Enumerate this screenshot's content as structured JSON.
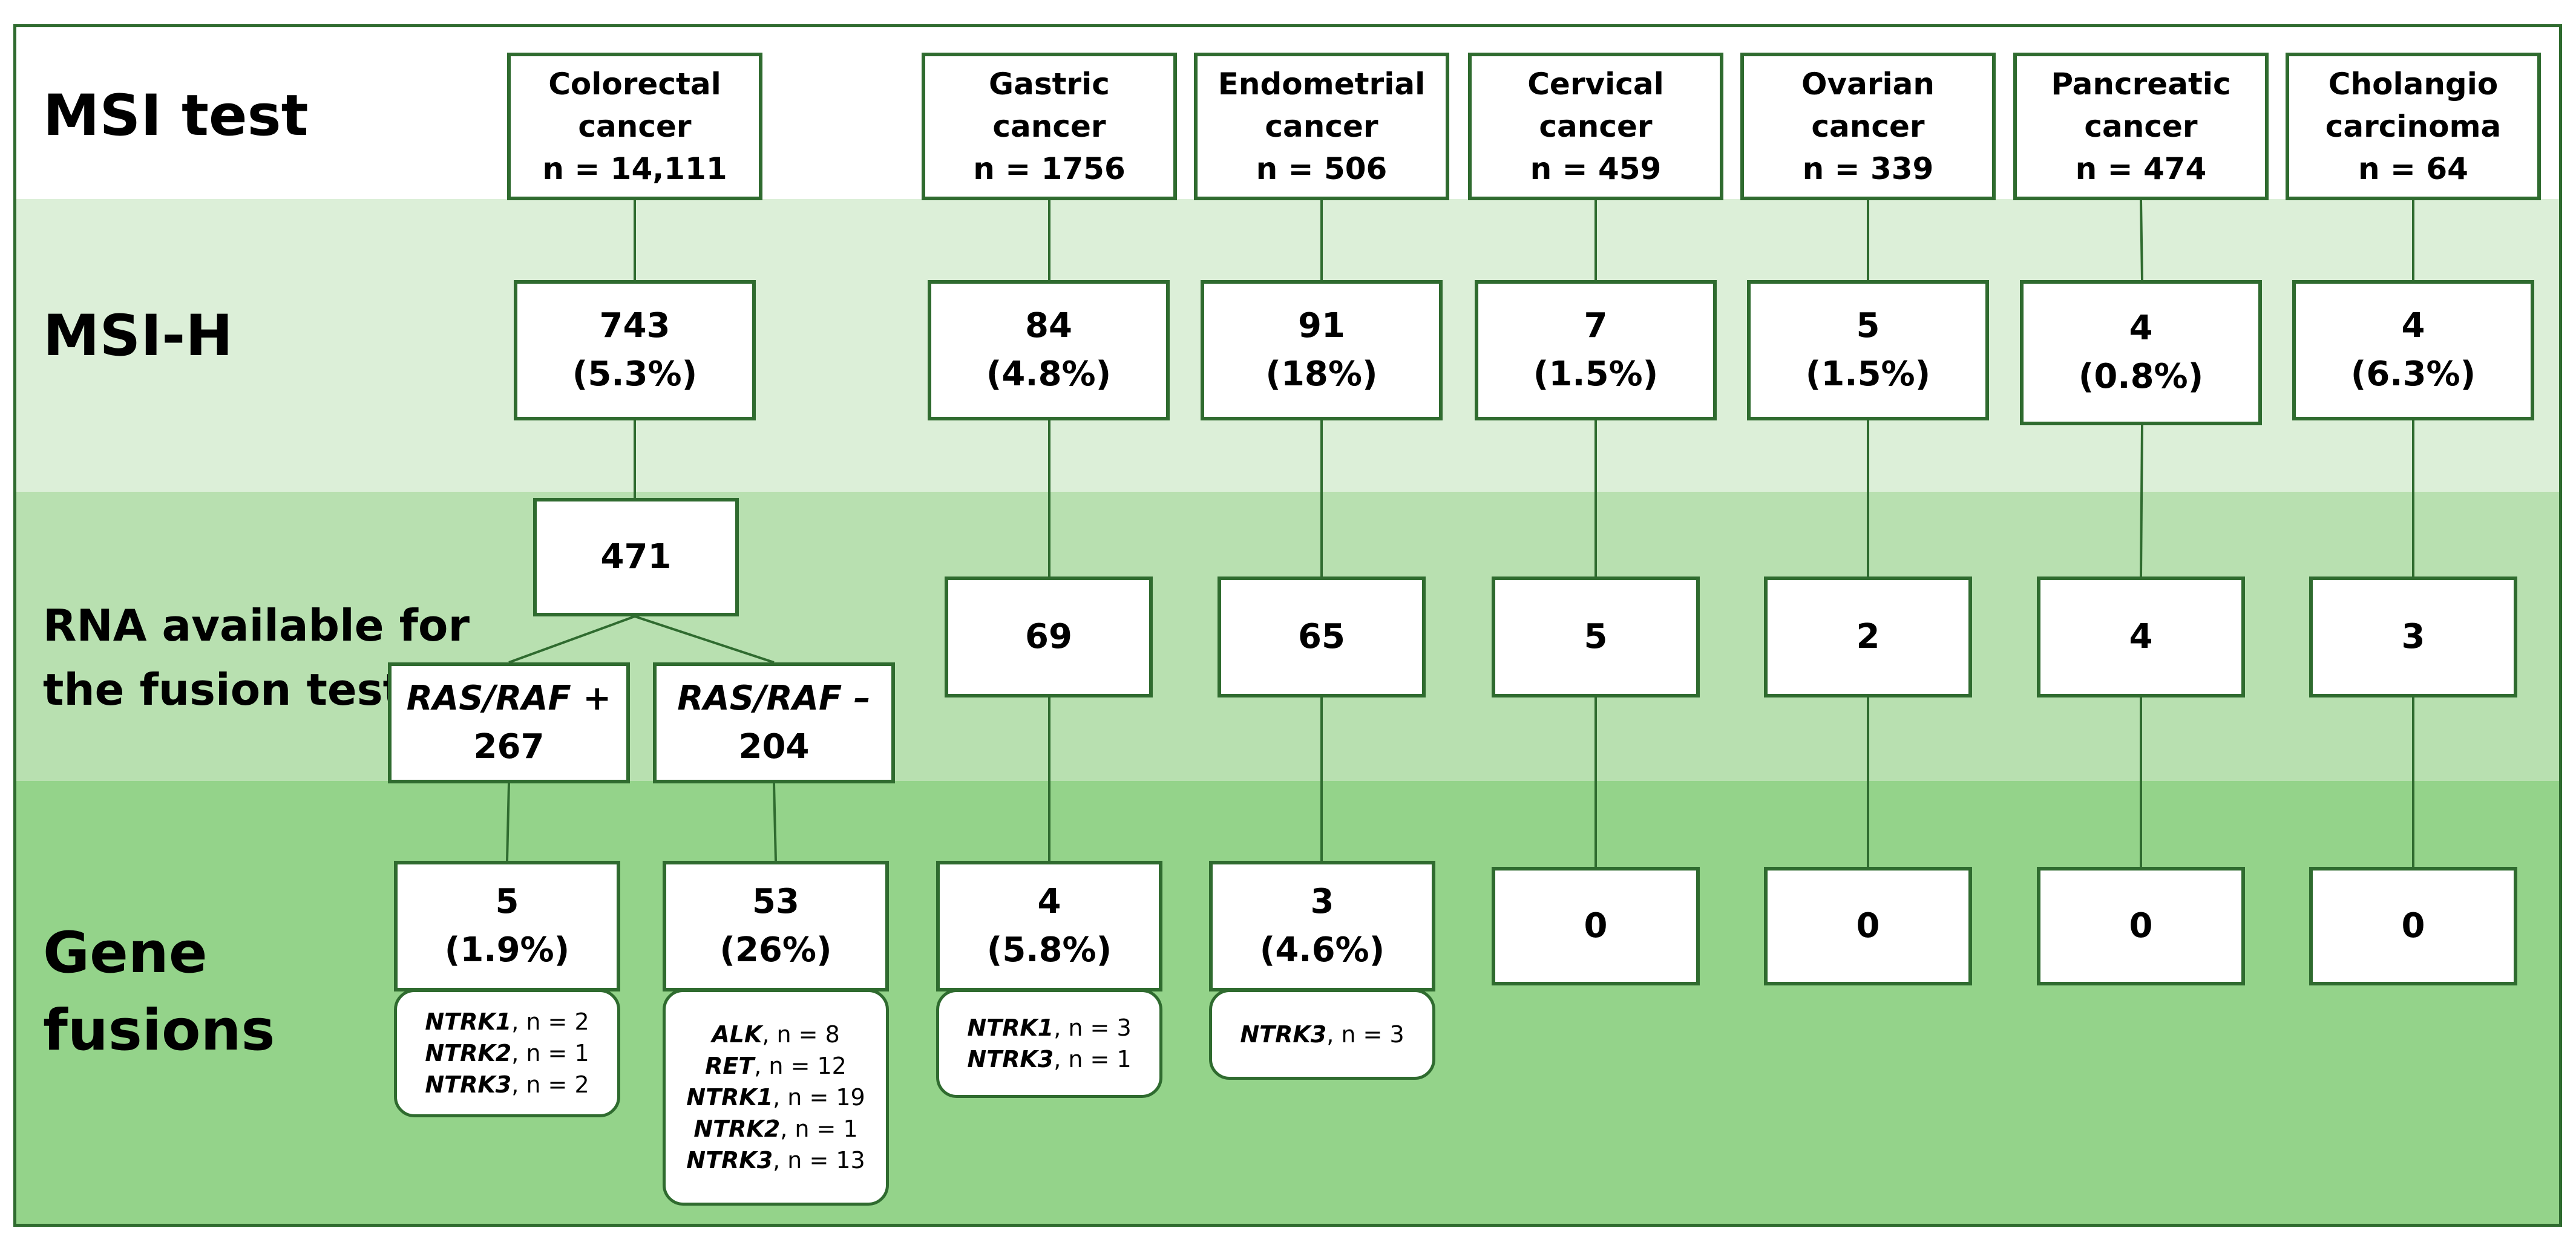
{
  "colors": {
    "frame": "#2f6b2f",
    "band_msi": "#ffffff",
    "band_msih": "#dcefd8",
    "band_rna": "#b8e0b0",
    "band_fusion": "#94d38a",
    "connector": "#2f6b2f"
  },
  "rows": {
    "msi_test": "MSI test",
    "msi_h": "MSI-H",
    "rna_line1": "RNA available for",
    "rna_line2": "the fusion test",
    "gene_line1": "Gene",
    "gene_line2": "fusions"
  },
  "cancers": [
    {
      "name_line1": "Colorectal",
      "name_line2": "cancer",
      "n": "n = 14,111",
      "msih_count": "743",
      "msih_pct": "(5.3%)",
      "rna": "471",
      "fusion_count": "",
      "fusion_pct": ""
    },
    {
      "name_line1": "Gastric",
      "name_line2": "cancer",
      "n": "n = 1756",
      "msih_count": "84",
      "msih_pct": "(4.8%)",
      "rna": "69",
      "fusion_count": "4",
      "fusion_pct": "(5.8%)"
    },
    {
      "name_line1": "Endometrial",
      "name_line2": "cancer",
      "n": "n = 506",
      "msih_count": "91",
      "msih_pct": "(18%)",
      "rna": "65",
      "fusion_count": "3",
      "fusion_pct": "(4.6%)"
    },
    {
      "name_line1": "Cervical",
      "name_line2": "cancer",
      "n": "n = 459",
      "msih_count": "7",
      "msih_pct": "(1.5%)",
      "rna": "5",
      "fusion_count": "0",
      "fusion_pct": ""
    },
    {
      "name_line1": "Ovarian",
      "name_line2": "cancer",
      "n": "n = 339",
      "msih_count": "5",
      "msih_pct": "(1.5%)",
      "rna": "2",
      "fusion_count": "0",
      "fusion_pct": ""
    },
    {
      "name_line1": "Pancreatic",
      "name_line2": "cancer",
      "n": "n = 474",
      "msih_count": "4",
      "msih_pct": "(0.8%)",
      "rna": "4",
      "fusion_count": "0",
      "fusion_pct": ""
    },
    {
      "name_line1": "Cholangio",
      "name_line2": "carcinoma",
      "n": "n = 64",
      "msih_count": "4",
      "msih_pct": "(6.3%)",
      "rna": "3",
      "fusion_count": "0",
      "fusion_pct": ""
    }
  ],
  "crc_subgroups": [
    {
      "label": "RAS/RAF +",
      "count": "267",
      "fusion_count": "5",
      "fusion_pct": "(1.9%)"
    },
    {
      "label": "RAS/RAF –",
      "count": "204",
      "fusion_count": "53",
      "fusion_pct": "(26%)"
    }
  ],
  "fusion_details": {
    "crc_pos": [
      {
        "gene": "NTRK1",
        "n": ", n = 2"
      },
      {
        "gene": "NTRK2",
        "n": ", n = 1"
      },
      {
        "gene": "NTRK3",
        "n": ", n = 2"
      }
    ],
    "crc_neg": [
      {
        "gene": "ALK",
        "n": ", n = 8"
      },
      {
        "gene": "RET",
        "n": ", n = 12"
      },
      {
        "gene": "NTRK1",
        "n": ", n = 19"
      },
      {
        "gene": "NTRK2",
        "n": ", n = 1"
      },
      {
        "gene": "NTRK3",
        "n": ", n = 13"
      }
    ],
    "gastric": [
      {
        "gene": "NTRK1",
        "n": ", n = 3"
      },
      {
        "gene": "NTRK3",
        "n": ", n = 1"
      }
    ],
    "endometrial": [
      {
        "gene": "NTRK3",
        "n": ", n = 3"
      }
    ]
  }
}
